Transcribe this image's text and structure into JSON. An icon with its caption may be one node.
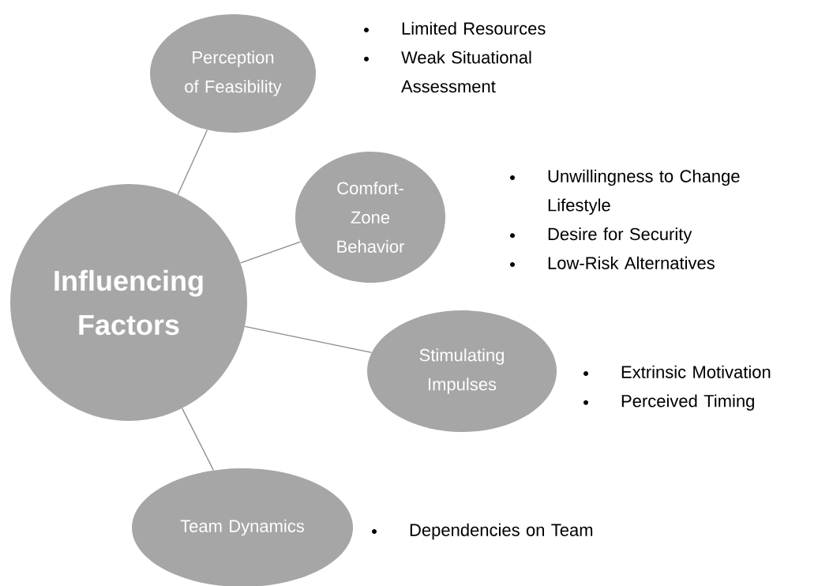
{
  "diagram": {
    "nodes": [
      {
        "text": [
          "Influencing Factors"
        ]
      },
      {
        "text": [
          "Perception of Feasibility"
        ],
        "beside": [
          "Limited Resources",
          "Weak Situational Assessment"
        ]
      },
      {
        "text": [
          "Comfort- Zone Behavior"
        ],
        "beside": [
          "Unwillingness to Change Lifestyle",
          "Desire for Security",
          "Low-Risk Alternatives"
        ]
      },
      {
        "text": [
          "Stimulating Impulses"
        ],
        "beside": [
          "Extrinsic Motivation",
          "Perceived Timing"
        ]
      },
      {
        "text": [
          "Team Dynamics"
        ],
        "beside": [
          "Dependencies on Team"
        ]
      }
    ],
    "edges": [
      {
        "from": 0,
        "to": 1,
        "arrow": "none"
      },
      {
        "from": 0,
        "to": 2,
        "arrow": "none"
      },
      {
        "from": 0,
        "to": 3,
        "arrow": "none"
      },
      {
        "from": 0,
        "to": 4,
        "arrow": "none"
      }
    ]
  }
}
